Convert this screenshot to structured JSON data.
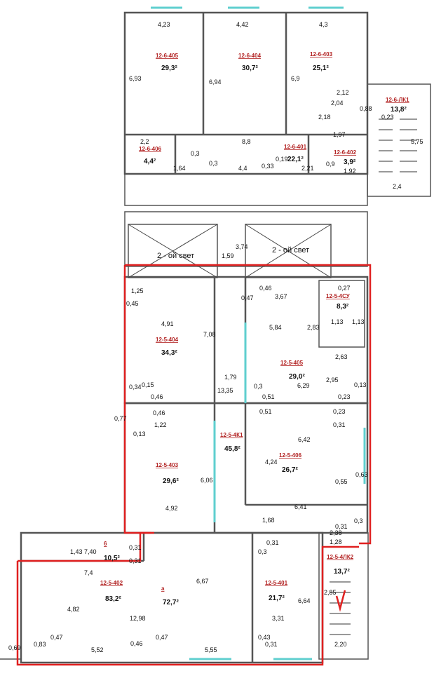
{
  "colors": {
    "wall": "#555555",
    "window": "#5fcfcf",
    "outline": "#e02020",
    "room_id": "#b22222"
  },
  "floor6": {
    "rooms": [
      {
        "id": "12-6-405",
        "area": "29,3²"
      },
      {
        "id": "12-6-404",
        "area": "30,7²"
      },
      {
        "id": "12-6-403",
        "area": "25,1²"
      },
      {
        "id": "12-6-406",
        "area": "4,4²"
      },
      {
        "id": "12-6-401",
        "area": "22,1²"
      },
      {
        "id": "12-6-402",
        "area": "3,9²"
      },
      {
        "id": "12-6-ЛК1",
        "area": "13,8²"
      }
    ],
    "dims": [
      "4,23",
      "4,42",
      "4,3",
      "6,93",
      "6,94",
      "6,9",
      "2,12",
      "2,04",
      "0,88",
      "2,18",
      "0,23",
      "5,75",
      "2,2",
      "8,8",
      "0,3",
      "1,64",
      "0,3",
      "4,4",
      "0,33",
      "0,19",
      "2,21",
      "0,9",
      "1,92",
      "2,4",
      "1,97"
    ]
  },
  "lightwells": [
    "2 - ой свет",
    "2 - ой свет"
  ],
  "floor5": {
    "rooms": [
      {
        "id": "12-5-404",
        "area": "34,3²"
      },
      {
        "id": "12-5-405",
        "area": "29,0²"
      },
      {
        "id": "12-5-4СУ",
        "area": "8,3²"
      },
      {
        "id": "12-5-4К1",
        "area": "45,8²"
      },
      {
        "id": "12-5-403",
        "area": "29,6²"
      },
      {
        "id": "12-5-406",
        "area": "26,7²"
      },
      {
        "id": "6",
        "area": "10,5²"
      },
      {
        "id": "12-5-402",
        "area": "83,2²"
      },
      {
        "id": "а",
        "area": "72,7²"
      },
      {
        "id": "12-5-401",
        "area": "21,7²"
      },
      {
        "id": "12-5-4ЛК2",
        "area": "13,7²"
      }
    ],
    "dims": [
      "1,59",
      "3,74",
      "1,25",
      "0,45",
      "0,46",
      "3,67",
      "0,47",
      "0,27",
      "4,91",
      "7,08",
      "2,83",
      "5,84",
      "1,13",
      "1,13",
      "2,63",
      "13,35",
      "1,79",
      "6,29",
      "2,95",
      "0,34",
      "0,15",
      "0,46",
      "0,3",
      "0,51",
      "0,23",
      "0,13",
      "0,77",
      "0,46",
      "1,22",
      "0,51",
      "0,23",
      "0,31",
      "0,13",
      "6,42",
      "6,06",
      "4,24",
      "0,63",
      "0,55",
      "4,92",
      "6,41",
      "1,68",
      "0,3",
      "2,38",
      "1,28",
      "0,31",
      "1,43",
      "7,40",
      "0,31",
      "0,31",
      "7,4",
      "0,3",
      "0,31",
      "6,67",
      "6,64",
      "4,82",
      "12,98",
      "3,31",
      "0,69",
      "0,83",
      "0,47",
      "5,52",
      "0,46",
      "0,47",
      "5,55",
      "0,43",
      "0,31",
      "2,20",
      "2,85"
    ]
  }
}
